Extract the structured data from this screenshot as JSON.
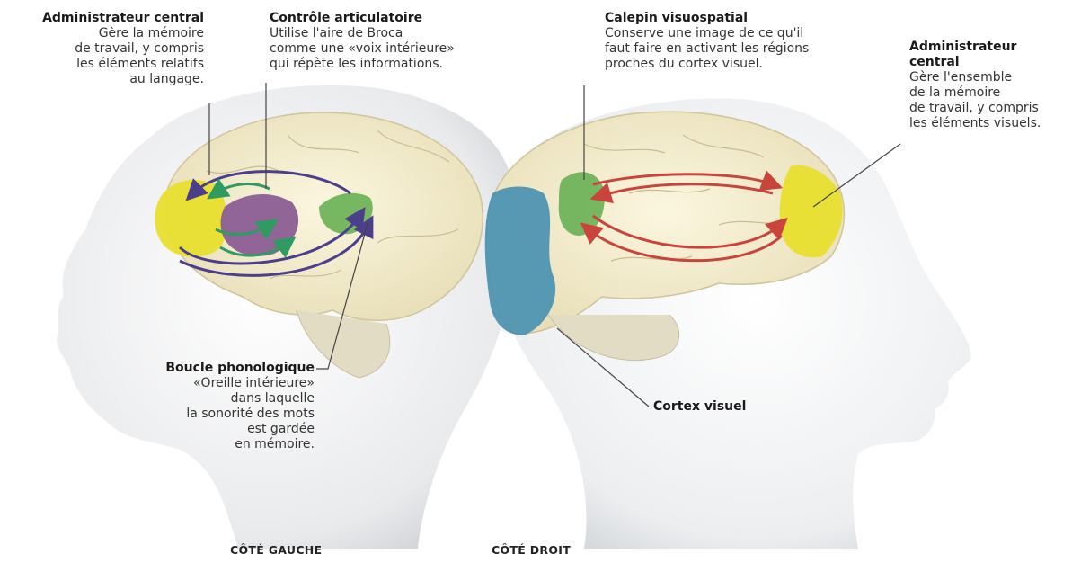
{
  "labels": {
    "admin_left": {
      "title": "Administrateur central",
      "text": "Gère la mémoire\nde travail, y compris\nles éléments relatifs\nau langage."
    },
    "articulatory": {
      "title": "Contrôle articulatoire",
      "text": "Utilise l'aire de Broca\ncomme une «voix intérieure»\nqui répète les informations."
    },
    "visuospatial": {
      "title": "Calepin visuospatial",
      "text": "Conserve une image de ce qu'il\nfaut faire en activant les régions\nproches du cortex visuel."
    },
    "admin_right": {
      "title": "Administrateur\ncentral",
      "text": "Gère l'ensemble\nde la mémoire\nde travail, y compris\nles éléments visuels."
    },
    "phonological": {
      "title": "Boucle phonologique",
      "text": "«Oreille intérieure»\ndans laquelle\nla sonorité des mots\nest gardée\nen mémoire."
    },
    "visual_cortex": {
      "title": "Cortex visuel"
    }
  },
  "sides": {
    "left": "CÔTÉ GAUCHE",
    "right": "CÔTÉ DROIT"
  },
  "colors": {
    "admin": "#e8df2e",
    "broca": "#6fb35a",
    "phonological": "#8b5e93",
    "visual": "#4f93b2",
    "loop_arrow": "#4b3f8c",
    "green_arrow": "#2f9a62",
    "red_arrow": "#c9443a"
  }
}
